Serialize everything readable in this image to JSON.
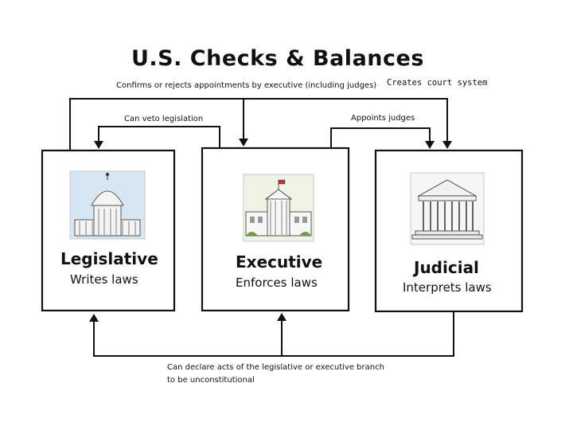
{
  "title": "U.S. Checks & Balances",
  "arrows": {
    "confirms": "Confirms or rejects appointments by executive (including judges)",
    "creates_courts": "Creates court system",
    "veto": "Can veto legislation",
    "appoints": "Appoints judges",
    "unconstitutional_line1": "Can declare acts of the legislative or executive branch",
    "unconstitutional_line2": "to be unconstitutional"
  },
  "branches": [
    {
      "name": "Legislative",
      "role": "Writes laws",
      "icon": "capitol-building-icon"
    },
    {
      "name": "Executive",
      "role": "Enforces laws",
      "icon": "white-house-icon"
    },
    {
      "name": "Judicial",
      "role": "Interprets laws",
      "icon": "supreme-court-icon"
    }
  ]
}
